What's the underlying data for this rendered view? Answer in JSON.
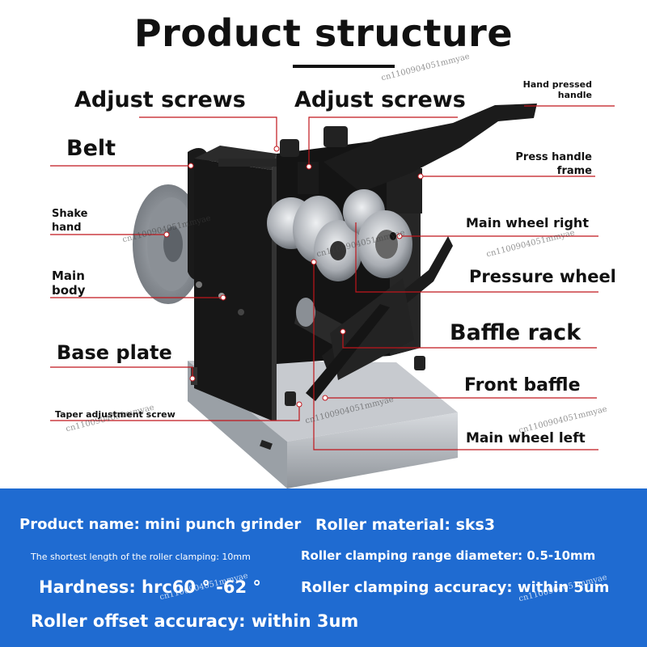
{
  "title": "Product structure",
  "labels": {
    "adjust_screws_left": "Adjust screws",
    "adjust_screws_right": "Adjust screws",
    "hand_pressed_handle": "Hand pressed\nhandle",
    "belt": "Belt",
    "press_handle_frame": "Press handle\nframe",
    "shake_hand": "Shake\nhand",
    "main_wheel_right": "Main wheel right",
    "main_body": "Main\nbody",
    "pressure_wheel": "Pressure wheel",
    "baffle_rack": "Baffle rack",
    "base_plate": "Base plate",
    "front_baffle": "Front baffle",
    "taper_adjustment_screw": "Taper adjustment screw",
    "main_wheel_left": "Main wheel left"
  },
  "specs": {
    "product_name": "Product name: mini punch grinder",
    "roller_material": "Roller material: sks3",
    "shortest_length": "The shortest length of the roller clamping: 10mm",
    "clamping_range": "Roller clamping range diameter: 0.5-10mm",
    "hardness": "Hardness: hrc60 ° -62 °",
    "clamping_accuracy": "Roller clamping accuracy: within 5um",
    "offset_accuracy": "Roller offset accuracy: within 3um"
  },
  "watermark": "cn1100904051mmyae",
  "colors": {
    "spec_panel": "#1f6bd1",
    "leader_line": "#c0161c",
    "machine_body": "#161616",
    "base_metal": "#b8bcc2"
  }
}
